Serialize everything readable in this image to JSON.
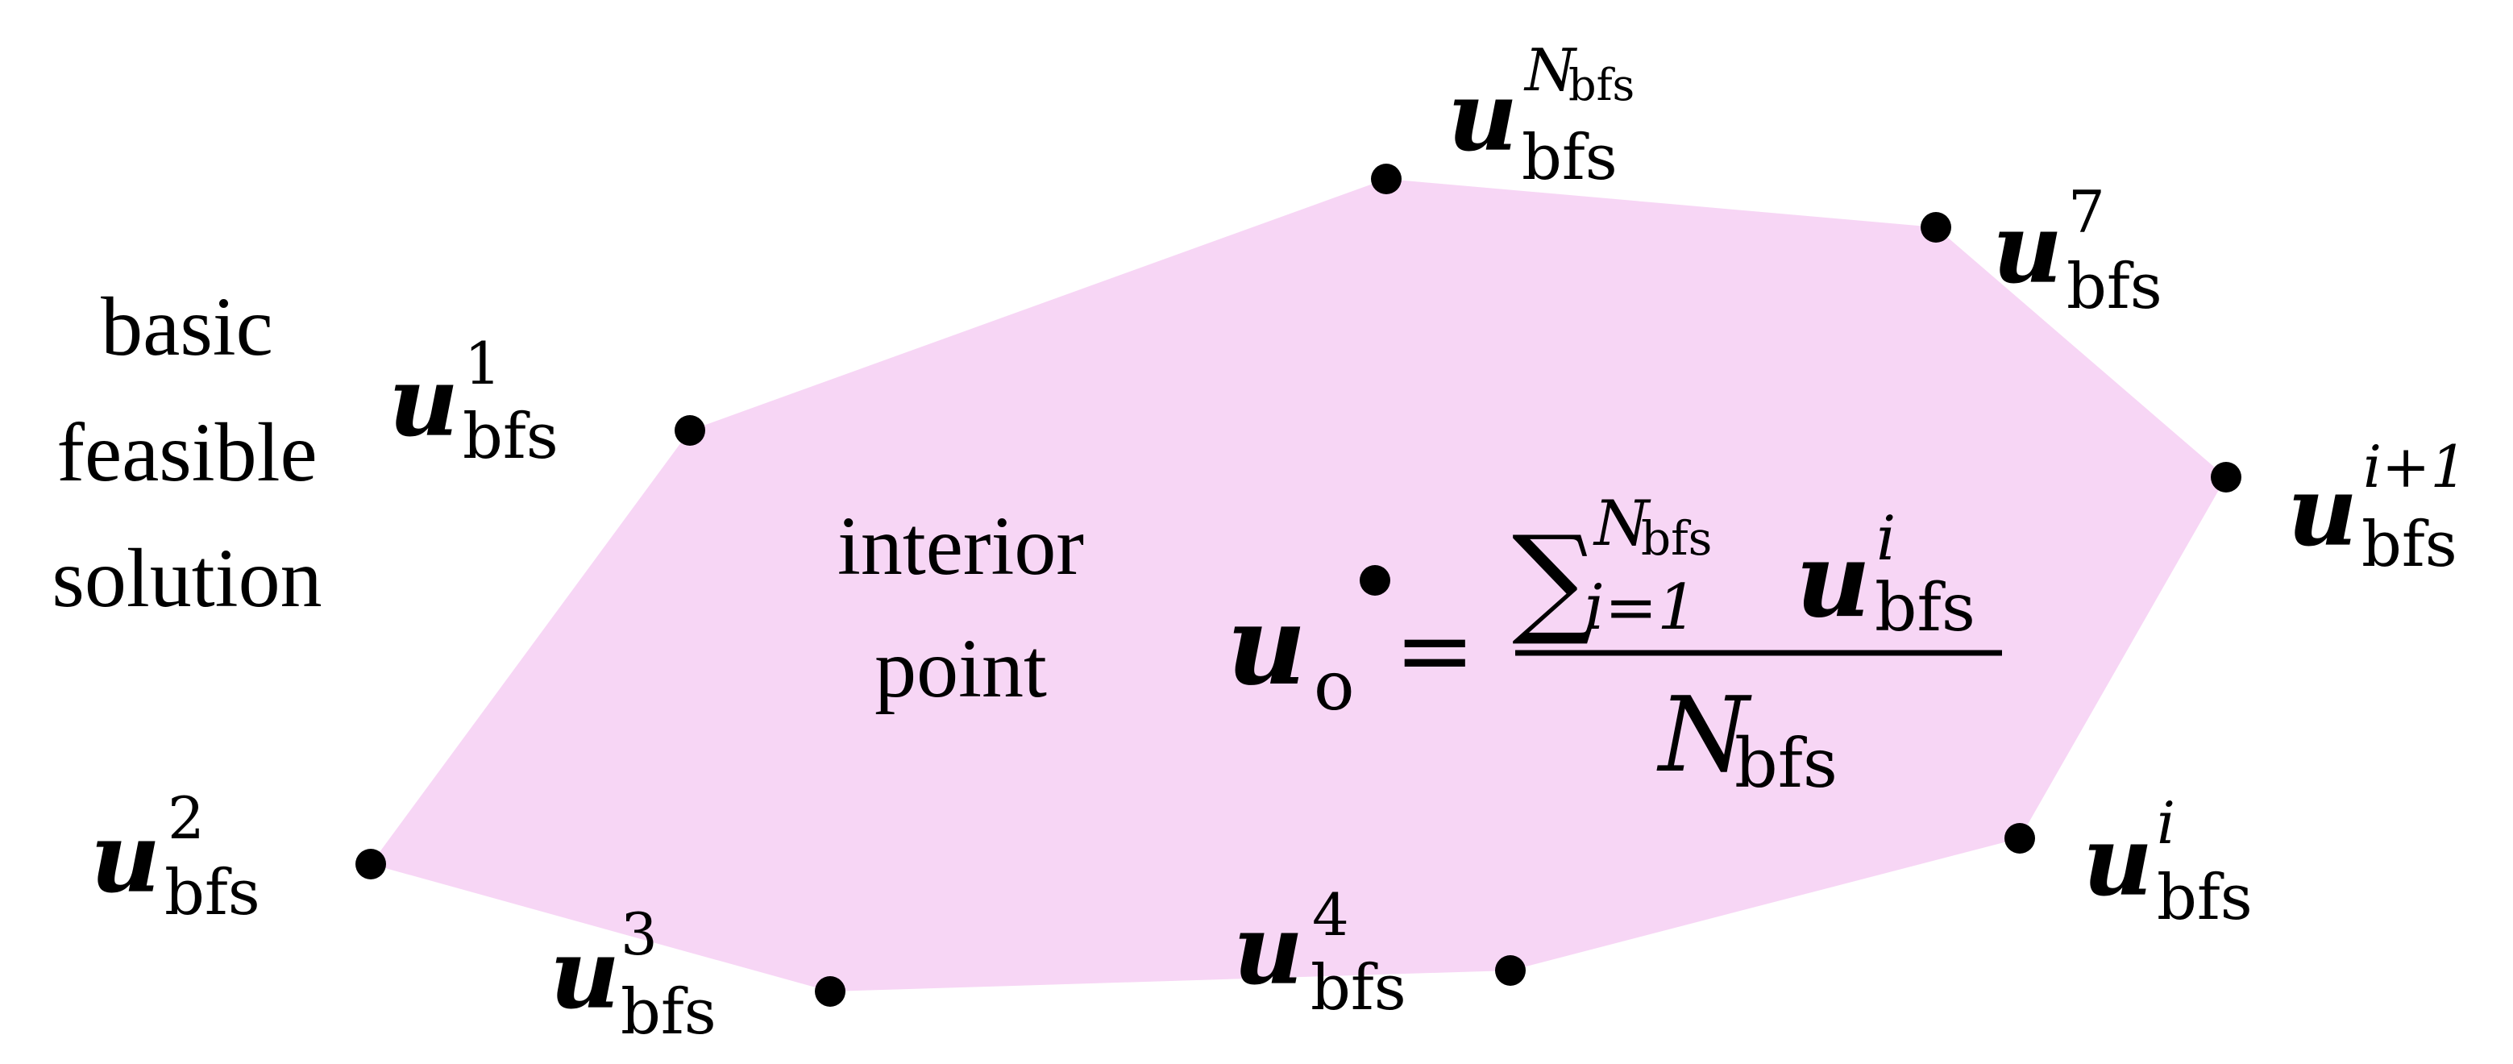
{
  "colors": {
    "polygon_fill": "#f7d6f5",
    "vertex": "#000000",
    "text": "#000000"
  },
  "labels": {
    "basic_feasible_solution": [
      "basic",
      "feasible",
      "solution"
    ],
    "interior_point": [
      "interior",
      "point"
    ]
  },
  "math": {
    "vector_symbol": "u",
    "subscript": "bfs",
    "vertex_superscripts": {
      "v1": "1",
      "v2": "2",
      "v3": "3",
      "v4": "4",
      "vi": "i",
      "vi1": "i+1",
      "v7": "7",
      "vN": "N"
    },
    "N_subscript": "bfs",
    "interior_symbol": "u",
    "interior_subscript": "o",
    "equals": "=",
    "sum_symbol": "∑",
    "sum_lower": "i=1",
    "sum_upper_N": "N",
    "sum_upper_sub": "bfs",
    "term_symbol": "u",
    "term_sub": "bfs",
    "term_sup": "i",
    "denominator_N": "N",
    "denominator_sub": "bfs"
  }
}
